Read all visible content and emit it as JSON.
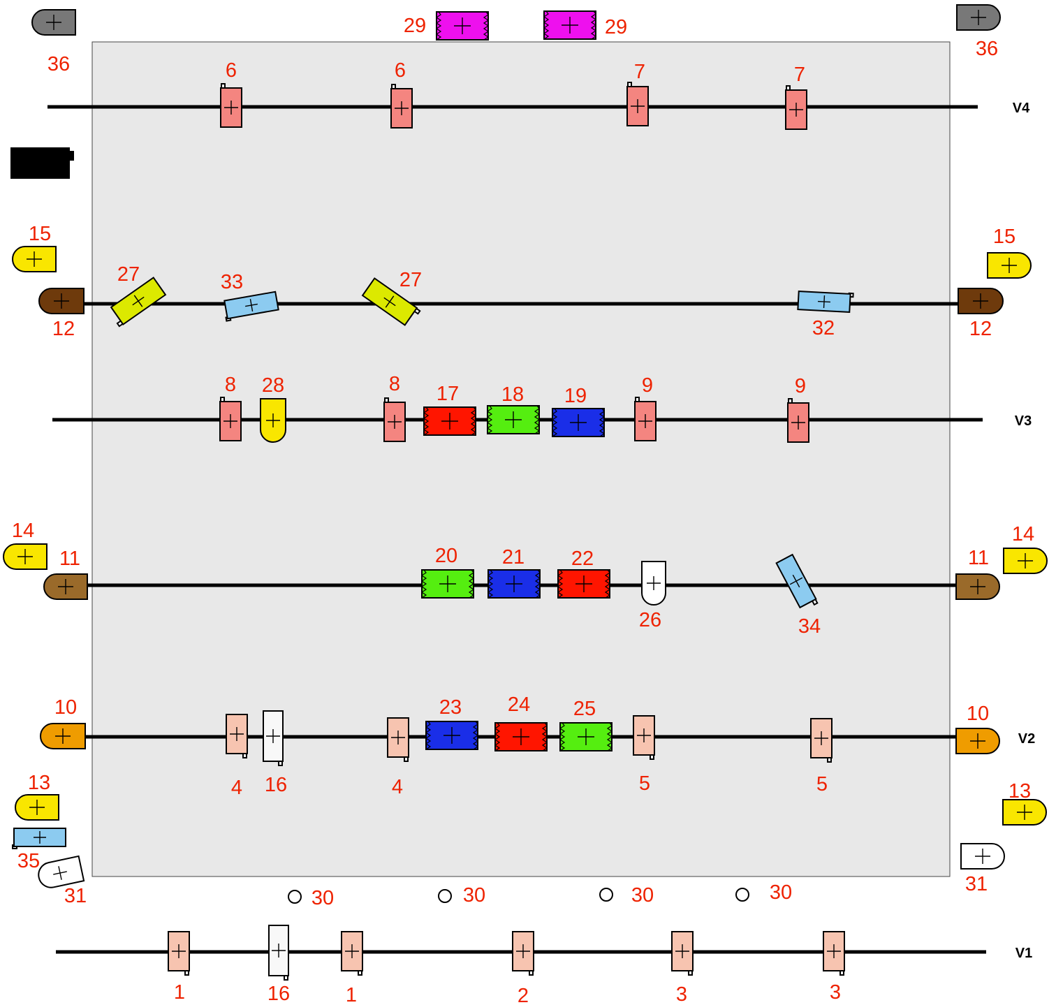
{
  "colors": {
    "board": "#e8e8e8",
    "label": "#ee2200",
    "wire": "#000000",
    "resistor_pink": "#f48580",
    "resistor_peach": "#f7c4b0",
    "resistor_white": "#f8f8f8",
    "led_yellow": "#f9e600",
    "led_brown": "#6e3a0c",
    "led_olive": "#9a6a2a",
    "led_orange": "#ef9c00",
    "led_gray": "#787878",
    "led_white": "#ffffff",
    "lime": "#dce900",
    "light_blue": "#8ccbf0",
    "red": "#ff1500",
    "green": "#55ee10",
    "blue": "#1a2ee8",
    "magenta": "#ee10ee",
    "battery": "#000000"
  },
  "rail_labels": {
    "v4": "V4",
    "v3": "V3",
    "v2": "V2",
    "v1": "V1"
  },
  "component_labels": {
    "p1a": "1",
    "p1b": "1",
    "p2": "2",
    "p3a": "3",
    "p3b": "3",
    "p4a": "4",
    "p4b": "4",
    "p5a": "5",
    "p5b": "5",
    "p6a": "6",
    "p6b": "6",
    "p7a": "7",
    "p7b": "7",
    "p8a": "8",
    "p8b": "8",
    "p9a": "9",
    "p9b": "9",
    "p10a": "10",
    "p10b": "10",
    "p11a": "11",
    "p11b": "11",
    "p12a": "12",
    "p12b": "12",
    "p13a": "13",
    "p13b": "13",
    "p14a": "14",
    "p14b": "14",
    "p15a": "15",
    "p15b": "15",
    "p16a": "16",
    "p16b": "16",
    "p17": "17",
    "p18": "18",
    "p19": "19",
    "p20": "20",
    "p21": "21",
    "p22": "22",
    "p23": "23",
    "p24": "24",
    "p25": "25",
    "p26": "26",
    "p27a": "27",
    "p27b": "27",
    "p28": "28",
    "p29a": "29",
    "p29b": "29",
    "p30a": "30",
    "p30b": "30",
    "p30c": "30",
    "p30d": "30",
    "p31a": "31",
    "p31b": "31",
    "p32": "32",
    "p33": "33",
    "p34": "34",
    "p35": "35",
    "p36a": "36",
    "p36b": "36"
  }
}
